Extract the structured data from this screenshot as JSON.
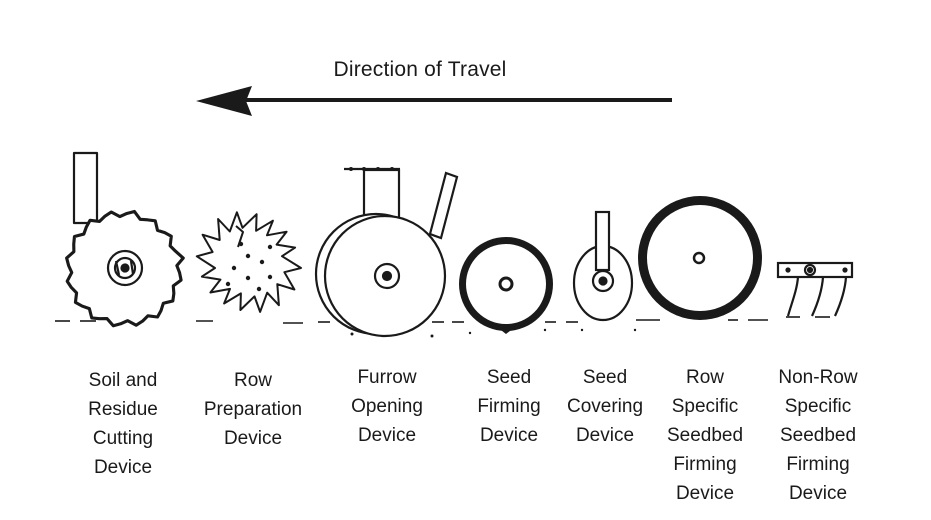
{
  "direction_label": "Direction of Travel",
  "devices": [
    {
      "lines": [
        "Soil and",
        "Residue",
        "Cutting",
        "Device"
      ]
    },
    {
      "lines": [
        "Row",
        "Preparation",
        "Device"
      ]
    },
    {
      "lines": [
        "Furrow",
        "Opening",
        "Device"
      ]
    },
    {
      "lines": [
        "Seed",
        "Firming",
        "Device"
      ]
    },
    {
      "lines": [
        "Seed",
        "Covering",
        "Device"
      ]
    },
    {
      "lines": [
        "Row",
        "Specific",
        "Seedbed",
        "Firming",
        "Device"
      ]
    },
    {
      "lines": [
        "Non-Row",
        "Specific",
        "Seedbed",
        "Firming",
        "Device"
      ]
    }
  ],
  "colors": {
    "ink": "#1a1a1a",
    "background": "#ffffff"
  }
}
